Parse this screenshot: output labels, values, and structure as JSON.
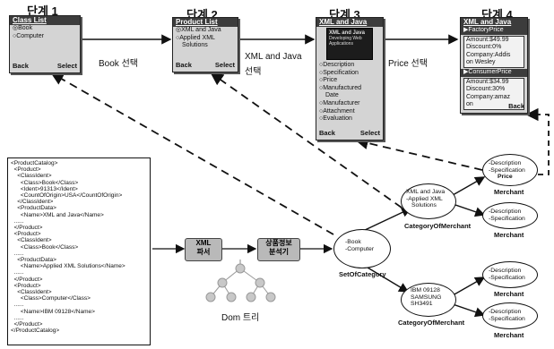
{
  "stages": [
    {
      "title": "단계 1",
      "header": "Class List",
      "items": [
        "◎Book",
        "○Computer"
      ],
      "back": "Back",
      "select": "Select"
    },
    {
      "title": "단계 2",
      "header": "Product List",
      "items": [
        "◎XML and Java",
        "○Applied XML",
        "Solutions"
      ],
      "back": "Back",
      "select": "Select"
    },
    {
      "title": "단계 3",
      "header": "XML and Java",
      "items": [
        "○Description",
        "○Specification",
        "○Price",
        "○Manufactured",
        "Date",
        "○Manufacturer",
        "○Attachment",
        "○Evaluation"
      ],
      "back": "Back",
      "select": "Select"
    },
    {
      "title": "단계 4",
      "header": "XML and Java",
      "factory_label": "▶FactoryPrice",
      "factory_lines": [
        "Amount:$49.99",
        "Discount:0%",
        "Company:Addis",
        "on Wesley"
      ],
      "consumer_label": "▶ConsumerPrice",
      "consumer_lines": [
        "Amount:$34.99",
        "Discount:30%",
        "Company:amaz",
        "on"
      ],
      "back": "Back"
    }
  ],
  "book_cover": [
    "XML and Java",
    "Developing Web",
    "Applications"
  ],
  "transitions": [
    {
      "line1": "Book 선택"
    },
    {
      "line1": "XML and Java",
      "line2": "선택"
    },
    {
      "line1": "Price 선택"
    }
  ],
  "xml_lines": [
    "<ProductCatalog>",
    "  <Product>",
    "    <ClassIdent>",
    "      <Class>Book</Class>",
    "      <Ident>91313</Ident>",
    "      <CountOfOrigin>USA</CountOfOrigin>",
    "    </ClassIdent>",
    "    <ProductData>",
    "      <Name>XML and Java</Name>",
    "  ......",
    "  </Product>",
    "  <Product>",
    "    <ClassIdent>",
    "      <Class>Book</Class>",
    "  ......",
    "    <ProductData>",
    "      <Name>Applied XML Solutions</Name>",
    "  ......",
    "  </Product>",
    "  <Product>",
    "    <ClassIdent>",
    "      <Class>Computer</Class>",
    "  ......",
    "      <Name>IBM 09128</Name>",
    "  ......",
    "  </Product>",
    "</ProductCatalog>"
  ],
  "processes": [
    {
      "line1": "XML",
      "line2": "파서"
    },
    {
      "line1": "상품정보",
      "line2": "분석기"
    }
  ],
  "dom_label": "Dom 트리",
  "nodes": {
    "set_of_category": {
      "lines": [
        "-Book",
        "-Computer"
      ],
      "label": "SetOfCategory"
    },
    "cat_book": {
      "lines": [
        "XML and Java",
        "-Applied XML",
        "Solutions"
      ],
      "label": "CategoryOfMerchant"
    },
    "cat_computer": {
      "lines": [
        "IBM 09128",
        "SAMSUNG",
        "SH3491"
      ],
      "label": "CategoryOfMerchant"
    },
    "merchant_1": {
      "lines": [
        "-Description",
        "-Specification"
      ],
      "bold": "Price",
      "label": "Merchant"
    },
    "merchant_2": {
      "lines": [
        "-Description",
        "-Specification"
      ],
      "label": "Merchant"
    },
    "merchant_3": {
      "lines": [
        "-Description",
        "-Specification"
      ],
      "label": "Merchant"
    },
    "merchant_4": {
      "lines": [
        "-Description",
        "-Specification"
      ],
      "label": "Merchant"
    }
  }
}
